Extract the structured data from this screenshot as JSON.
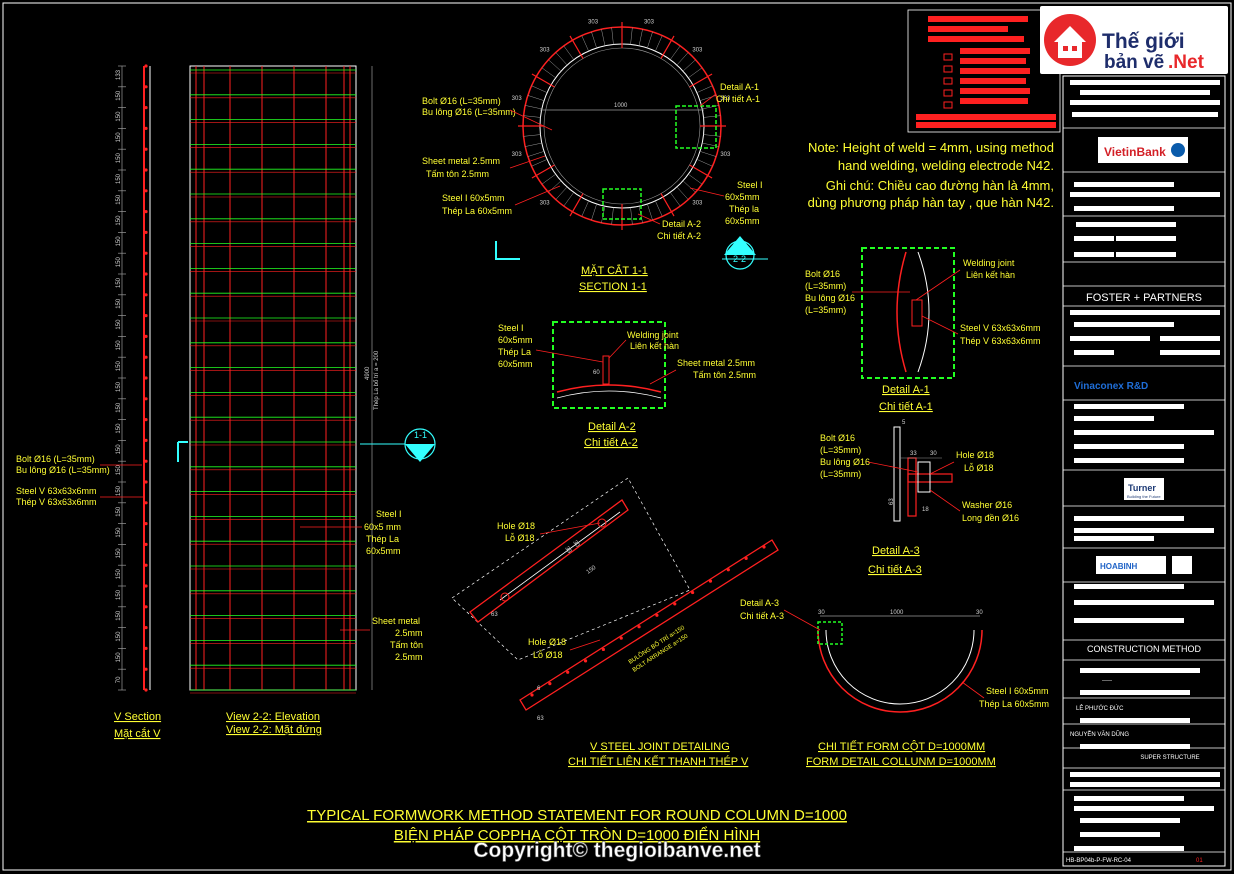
{
  "colors": {
    "background": "#000000",
    "red": "#ff2020",
    "green": "#22ff22",
    "white": "#ffffff",
    "yellow": "#ffff33",
    "cyan": "#33ffff",
    "gray": "#9a9a9a"
  },
  "logo": {
    "icon": "house-icon",
    "line1": "Thế giới",
    "line2_a": "bản vẽ",
    "line2_b": ".Net"
  },
  "watermark": "Copyright© thegioibanve.net",
  "v_section": {
    "label_en": "V Section",
    "label_vi": "Mặt cắt V",
    "bolt_en": "Bolt Ø16 (L=35mm)",
    "bolt_vi": "Bu lông Ø16 (L=35mm)",
    "steel_en": "Steel V 63x63x6mm",
    "steel_vi": "Thép V 63x63x6mm",
    "dim_top": "133",
    "dim_step": "150",
    "dim_bottom": "70"
  },
  "elevation": {
    "label_en": "View 2-2: Elevation",
    "label_vi": "View 2-2: Mặt đứng",
    "height": "4900",
    "vert_note": "Thép La bố trí a = 200",
    "steel_1": "Steel I",
    "steel_2": "60x5 mm",
    "steel_3": "Thép La",
    "steel_4": "60x5mm",
    "sheet_1": "Sheet metal",
    "sheet_2": "2.5mm",
    "sheet_3": "Tấm tôn",
    "sheet_4": "2.5mm"
  },
  "section_11": {
    "title_vi": "MẶT CẮT 1-1",
    "title_en": "SECTION  1-1",
    "diameter": "1000",
    "seg": "303",
    "bolt_en": "Bolt Ø16 (L=35mm)",
    "bolt_vi": "Bu lông Ø16 (L=35mm)",
    "sheet_en": "Sheet metal 2.5mm",
    "sheet_vi": "Tấm tôn 2.5mm",
    "steel_en": "Steel I 60x5mm",
    "steel_vi": "Thép La 60x5mm",
    "det_a1_en": "Detail A-1",
    "det_a1_vi": "Chi tiết A-1",
    "det_a2_en": "Detail A-2",
    "det_a2_vi": "Chi tiết A-2",
    "right_1": "Steel I",
    "right_2": "60x5mm",
    "right_3": "Thép la",
    "right_4": "60x5mm",
    "marker_11": "1-1",
    "marker_22": "2-2"
  },
  "note": {
    "en1": "Note: Height of weld = 4mm, using method",
    "en2": "hand welding, welding electrode N42.",
    "vi1": "Ghi chú: Chiều cao đường hàn là 4mm,",
    "vi2": "dùng phương pháp hàn tay , que hàn N42."
  },
  "detail_a2": {
    "title_en": "Detail A-2",
    "title_vi": "Chi tiết A-2",
    "steel_1": "Steel I",
    "steel_2": "60x5mm",
    "steel_3": "Thép La",
    "steel_4": "60x5mm",
    "weld_en": "Welding joint",
    "weld_vi": "Liên kết hàn",
    "sheet_en": "Sheet metal 2.5mm",
    "sheet_vi": "Tấm tôn 2.5mm",
    "dim": "60"
  },
  "detail_a1": {
    "title_en": "Detail A-1",
    "title_vi": "Chi tiết A-1",
    "bolt_1": "Bolt Ø16",
    "bolt_2": "(L=35mm)",
    "bolt_3": "Bu lông Ø16",
    "bolt_4": "(L=35mm)",
    "weld_en": "Welding joint",
    "weld_vi": "Liên kết hàn",
    "steel_en": "Steel V 63x63x6mm",
    "steel_vi": "Thép V 63x63x6mm"
  },
  "detail_a3": {
    "title_en": "Detail A-3",
    "title_vi": "Chi tiết A-3",
    "bolt_1": "Bolt Ø16",
    "bolt_2": "(L=35mm)",
    "bolt_3": "Bu lông Ø16",
    "bolt_4": "(L=35mm)",
    "hole_en": "Hole Ø18",
    "hole_vi": "Lỗ Ø18",
    "washer_en": "Washer Ø16",
    "washer_vi": "Long đền Ø16",
    "d1": "5",
    "d2": "33",
    "d3": "30",
    "d4": "63",
    "d5": "18"
  },
  "v_joint": {
    "title_en": "V STEEL JOINT DETAILING",
    "title_vi": "CHI TIẾT LIÊN KẾT THANH THÉP V",
    "hole1_en": "Hole Ø18",
    "hole1_vi": "Lỗ Ø18",
    "hole2_en": "Hole Ø18",
    "hole2_vi": "Lỗ Ø18",
    "bolt_vi": "BULÔNG BỐ TRÍ a=150",
    "bolt_en": "BOLT ARRANGE a=150",
    "d1": "150",
    "d2": "63",
    "d3": "33",
    "d4": "30",
    "d5": "6",
    "d6": "63"
  },
  "form_detail": {
    "title_vi": "CHI TIẾT FORM CỘT D=1000MM",
    "title_en": "FORM DETAIL COLLUNM D=1000MM",
    "dim": "1000",
    "dim_side": "30",
    "det_en": "Detail A-3",
    "det_vi": "Chi tiết A-3",
    "steel_en": "Steel I 60x5mm",
    "steel_vi": "Thép La 60x5mm"
  },
  "main_title": {
    "en": "TYPICAL FORMWORK  METHOD STATEMENT FOR ROUND COLUMN D=1000",
    "vi": "BIỆN PHÁP COPPHA CỘT TRÒN D=1000 ĐIỂN HÌNH"
  },
  "title_block": {
    "vietinbank": "VietinBank",
    "foster": "FOSTER + PARTNERS",
    "vinaconex": "Vinaconex R&D",
    "turner": "Turner",
    "turner_sub": "Building the Future",
    "hoabinh": "HOABINH",
    "construction": "CONSTRUCTION METHOD",
    "person1": "LÊ PHƯỚC ĐỨC",
    "person2": "NGUYỄN VĂN DŨNG",
    "dash": "-----",
    "super": "SUPER STRUCTURE",
    "drawing_no": "HB-BP04b-P-FW-RC-04",
    "sheet": "01"
  }
}
